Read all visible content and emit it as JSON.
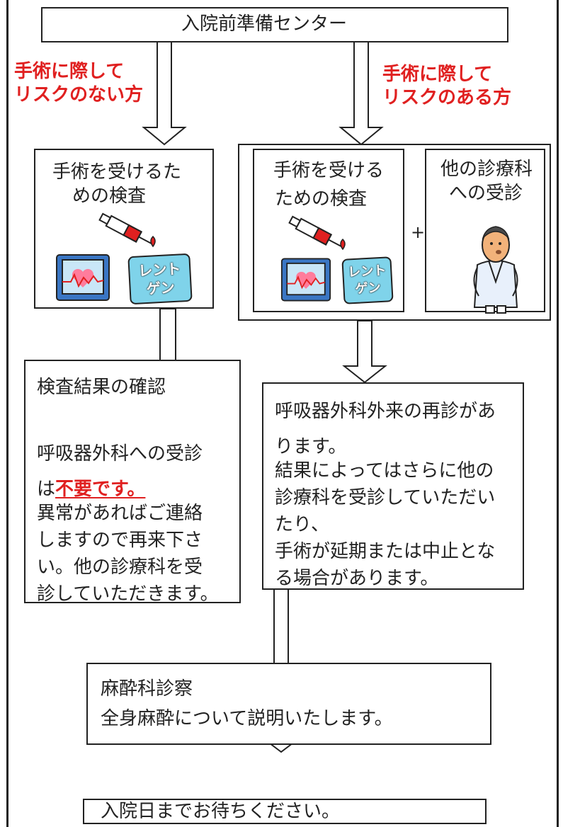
{
  "top_box": {
    "label": "入院前準備センター"
  },
  "left_branch": {
    "label_line1": "手術に際して",
    "label_line2": "リスクのない方"
  },
  "right_branch": {
    "label_line1": "手術に際して",
    "label_line2": "リスクのある方"
  },
  "left_exam": {
    "line1": "手術を受けるた",
    "line2": "めの検査",
    "xray_line1": "レント",
    "xray_line2": "ゲン"
  },
  "right_exam": {
    "line1": "手術を受ける",
    "line2": "ための検査",
    "xray_line1": "レント",
    "xray_line2": "ゲン"
  },
  "plus": "+",
  "other_dept": {
    "line1": "他の診療科",
    "line2": "への受診"
  },
  "left_result": {
    "line1": "検査結果の確認",
    "line2": "呼吸器外科への受診",
    "line3_prefix": "は",
    "line3_emphasis": "不要です。",
    "line4": "異常があればご連絡",
    "line5": "しますので再来下さ",
    "line6": "い。他の診療科を受",
    "line7": "診していただきます。"
  },
  "right_result": {
    "line1": "呼吸器外科外来の再診があ",
    "line2": "ります。",
    "line3": "結果によってはさらに他の",
    "line4": "診療科を受診していただい",
    "line5": "たり、",
    "line6": "手術が延期または中止とな",
    "line7": "る場合があります。"
  },
  "anesthesia": {
    "line1": "麻酔科診察",
    "line2": "全身麻酔について説明いたします。"
  },
  "final": {
    "label": "入院日までお待ちください。"
  },
  "colors": {
    "accent_red": "#e02020",
    "xray_fill": "#7fd3ea",
    "monitor_fill": "#3a76c4",
    "heart": "#ff7c9c"
  },
  "icons": [
    "syringe-icon",
    "heart-monitor-icon",
    "xray-icon",
    "doctor-icon"
  ]
}
